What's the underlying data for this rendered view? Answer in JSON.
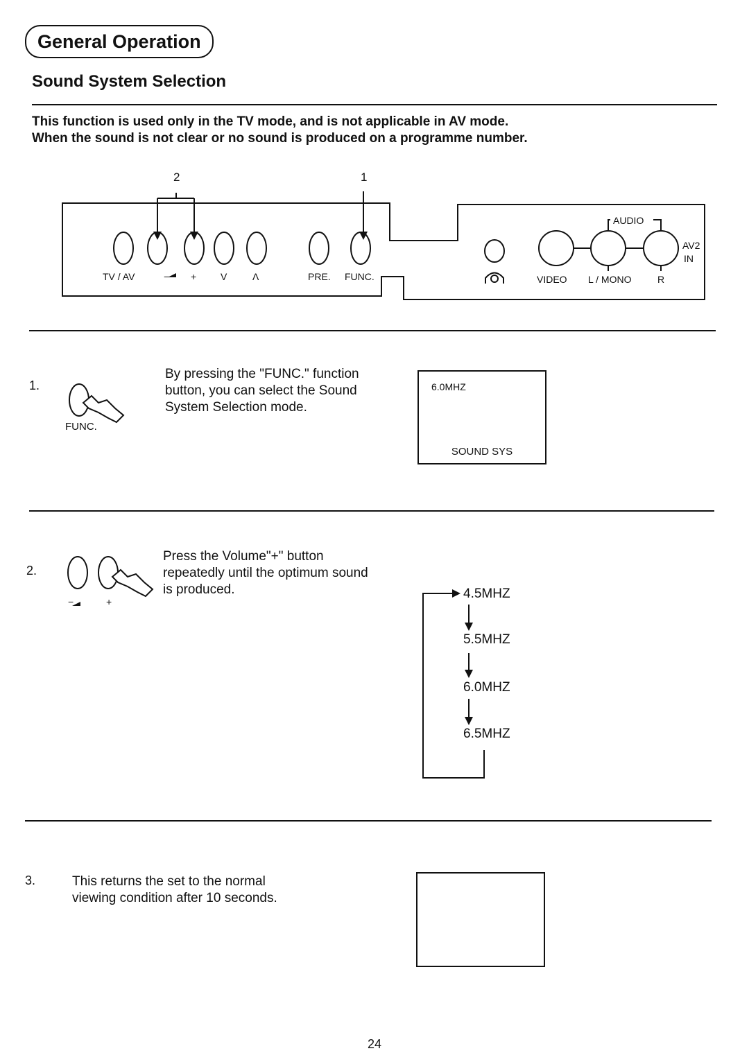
{
  "header": {
    "section_title": "General Operation",
    "subtitle": "Sound System Selection"
  },
  "intro": {
    "line1": "This function is used only in the TV mode, and is not applicable in AV mode.",
    "line2": "When the sound is not clear or no sound is produced on a programme number."
  },
  "panel": {
    "callout_1": "1",
    "callout_2": "2",
    "labels": {
      "tv_av": "TV / AV",
      "vol_minus": "−",
      "vol_plus": "+",
      "ch_down": "V",
      "ch_up": "Λ",
      "pre": "PRE.",
      "func": "FUNC.",
      "audio": "AUDIO",
      "video": "VIDEO",
      "l_mono": "L / MONO",
      "r": "R",
      "av2": "AV2",
      "in": "IN"
    }
  },
  "steps": [
    {
      "number": "1.",
      "button_label": "FUNC.",
      "text_lines": [
        "By pressing the \"FUNC.\" function",
        "button, you can select the Sound",
        "System Selection mode."
      ],
      "osd_top": "6.0MHZ",
      "osd_bottom": "SOUND SYS"
    },
    {
      "number": "2.",
      "button_label_minus": "−",
      "button_label_plus": "+",
      "text_lines": [
        "Press the Volume\"+\" button",
        "repeatedly until the optimum sound",
        "is produced."
      ],
      "cycle": [
        "4.5MHZ",
        "5.5MHZ",
        "6.0MHZ",
        "6.5MHZ"
      ]
    },
    {
      "number": "3.",
      "text_lines": [
        "This returns the set to the normal",
        "viewing condition after 10 seconds."
      ]
    }
  ],
  "page_number": "24"
}
